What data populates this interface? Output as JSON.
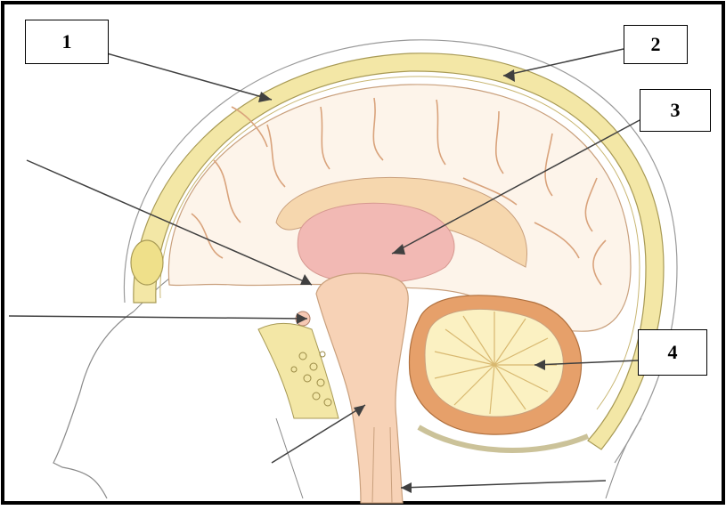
{
  "labels": [
    {
      "id": "1",
      "text": "1"
    },
    {
      "id": "2",
      "text": "2"
    },
    {
      "id": "3",
      "text": "3"
    },
    {
      "id": "4",
      "text": "4"
    }
  ],
  "colors": {
    "frame": "#000000",
    "skull": "#f3e7a6",
    "skull_outline": "#a89a55",
    "brain": "#fdf4ea",
    "brain_sulci": "#d9a37c",
    "thalamus": "#f2b9b4",
    "brainstem": "#f7d2b6",
    "cerebellum_cortex": "#e6a06a",
    "cerebellum_inner": "#fbf1c2",
    "leader_line": "#404040"
  }
}
